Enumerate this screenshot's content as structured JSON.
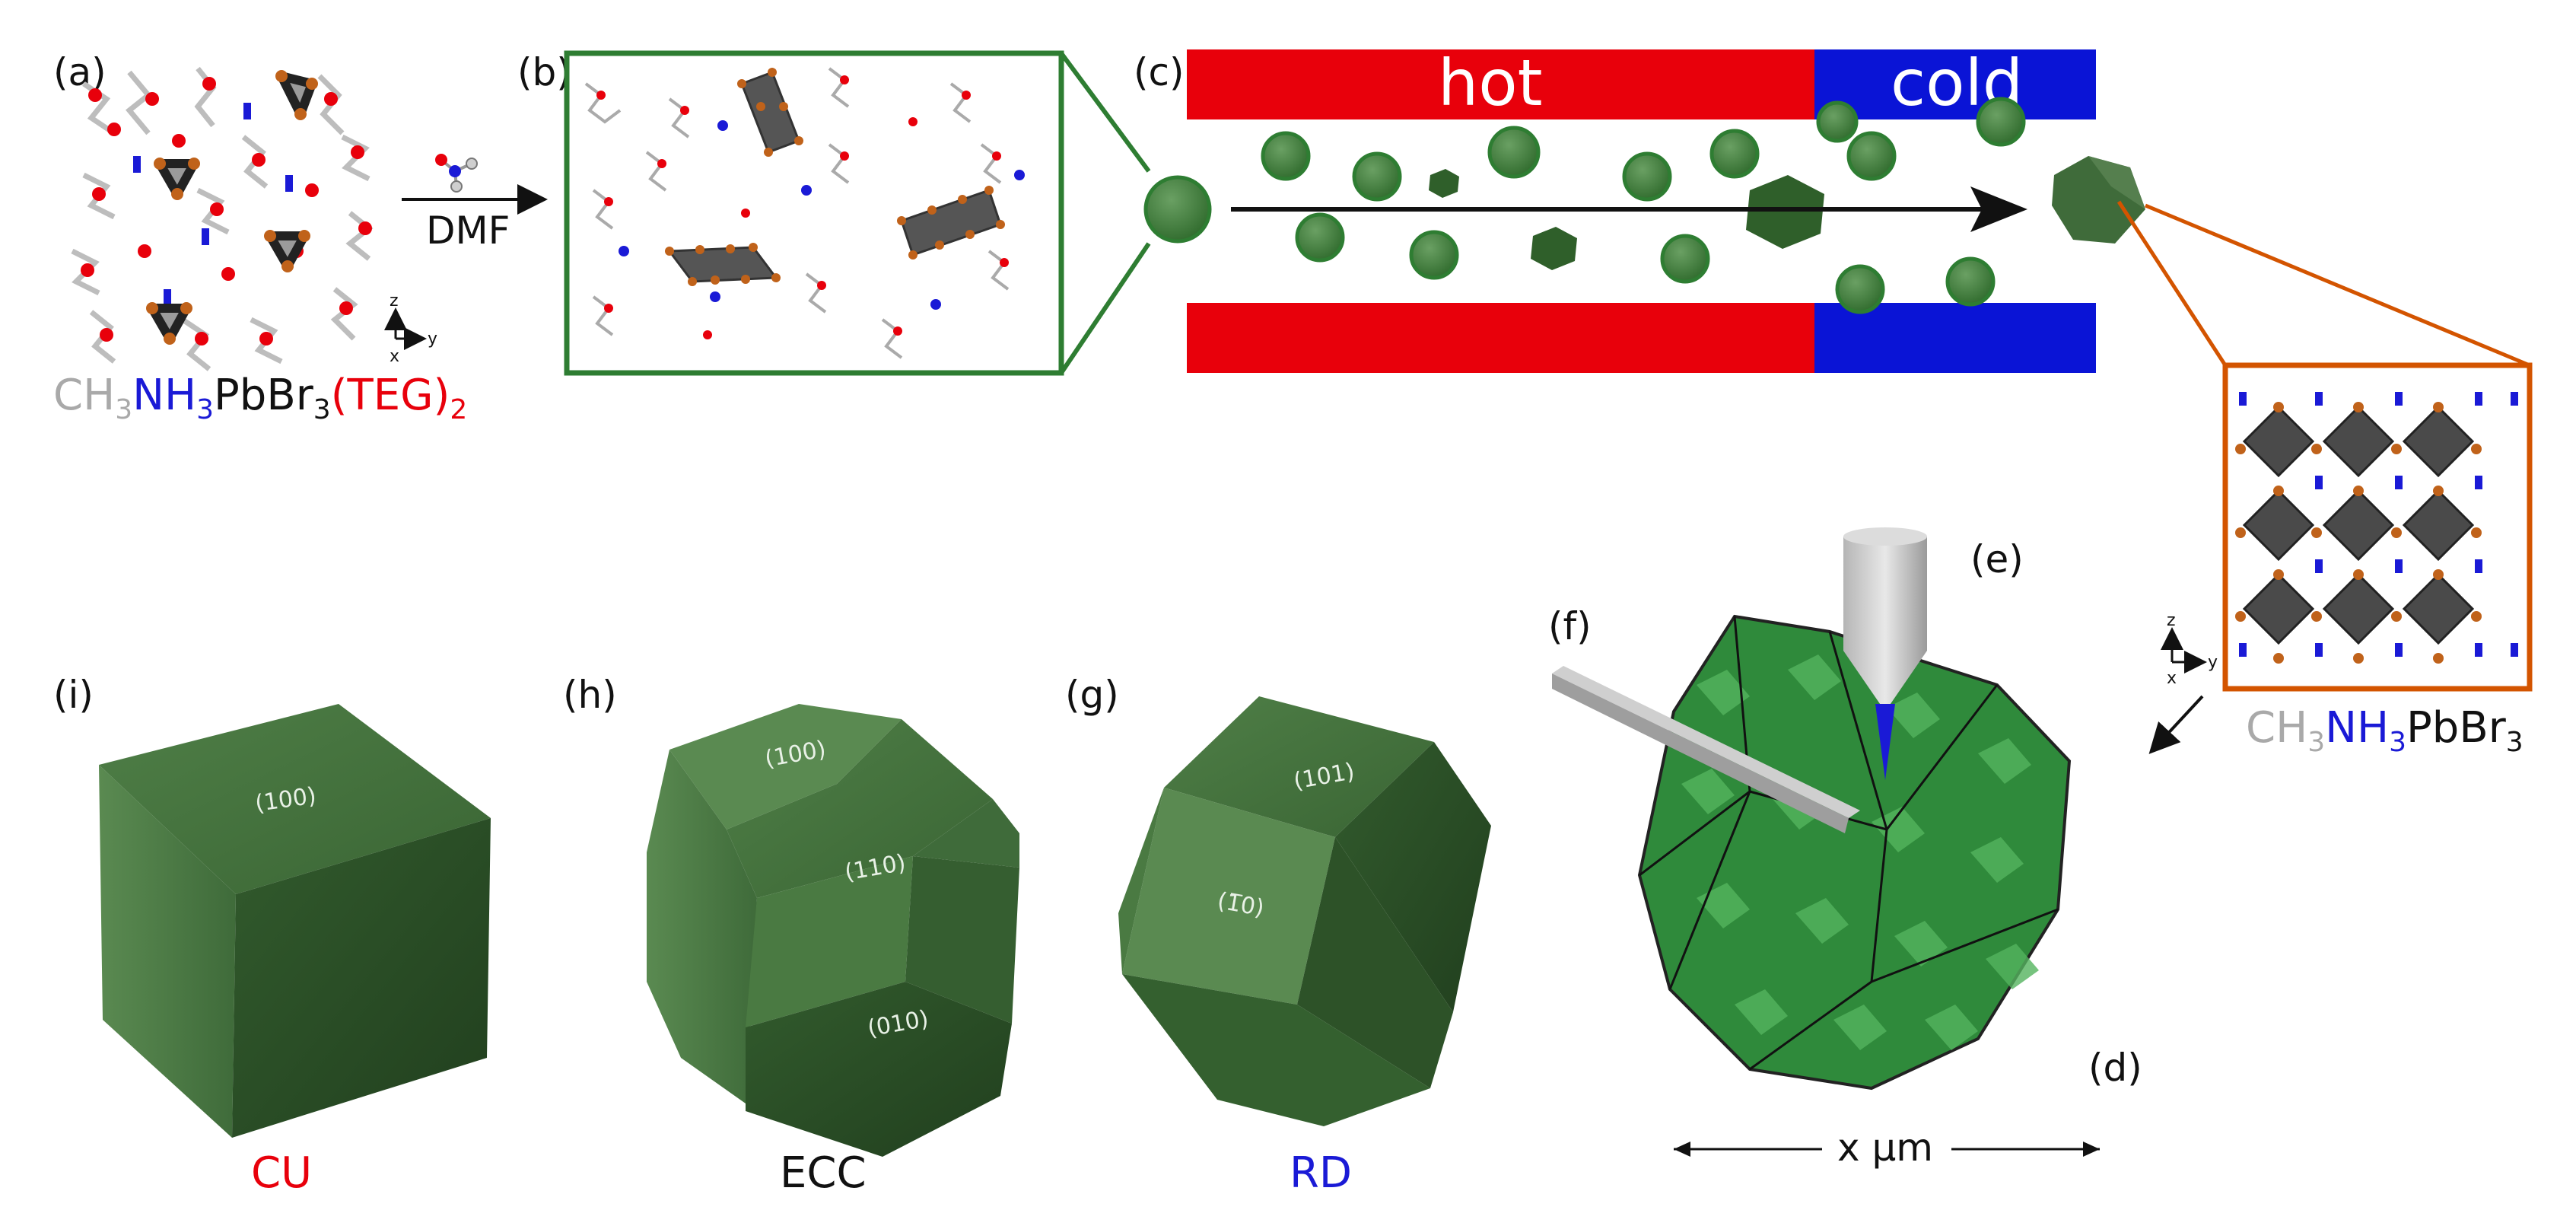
{
  "panels": {
    "a": "(a)",
    "b": "(b)",
    "c": "(c)",
    "d": "(d)",
    "e": "(e)",
    "f": "(f)",
    "g": "(g)",
    "h": "(h)",
    "i": "(i)"
  },
  "formula_a": {
    "part1": "CH",
    "sub1": "3",
    "part2": "NH",
    "sub2": "3",
    "part3": "PbBr",
    "sub3": "3",
    "part4": "(TEG)",
    "sub4": "2"
  },
  "formula_d": {
    "part1": "CH",
    "sub1": "3",
    "part2": "NH",
    "sub2": "3",
    "part3": "PbBr",
    "sub3": "3"
  },
  "arrow_solvent": "DMF",
  "axes": {
    "z": "z",
    "y": "y",
    "x": "x"
  },
  "channel": {
    "hot": "hot",
    "cold": "cold"
  },
  "crystals": {
    "cu": {
      "name": "CU",
      "facet1": "(100)"
    },
    "ecc": {
      "name": "ECC",
      "facet1": "(100)",
      "facet2": "(110)",
      "facet3": "(010)"
    },
    "rd": {
      "name": "RD",
      "facet1": "(101)",
      "facet2": "(1̅0)"
    }
  },
  "scale_label": "x μm",
  "colors": {
    "hot": "#e8000b",
    "cold": "#0a14d6",
    "frame_b": "#2e7d32",
    "frame_d": "#d35400",
    "crystal": "#3f6b3a",
    "red": "#e8000b",
    "blue": "#1a1ad6",
    "gray": "#a9a9a9"
  }
}
